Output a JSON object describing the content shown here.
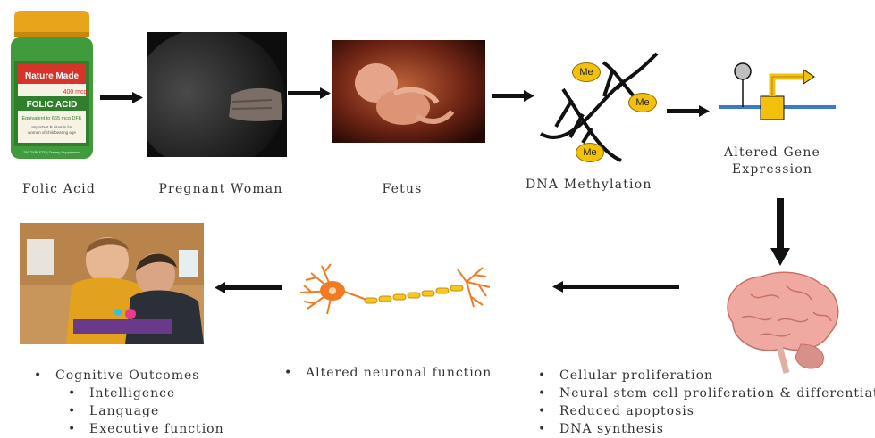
{
  "steps": {
    "folic_acid": "Folic Acid",
    "pregnant_woman": "Pregnant Woman",
    "fetus": "Fetus",
    "dna_methylation": "DNA Methylation",
    "altered_gene_line1": "Altered Gene",
    "altered_gene_line2": "Expression"
  },
  "bottle": {
    "brand": "Nature Made",
    "dose": "400 mcg",
    "product": "FOLIC ACID",
    "equivalent": "Equivalent to 665 mcg DFE",
    "note_line1": "Important B vitamin for",
    "note_line2": "women of childbearing age",
    "footer": "250 TABLETS | Dietary Supplement"
  },
  "methyl_label": "Me",
  "neuron_text": "Altered neuronal function",
  "brain_list": [
    "Cellular proliferation",
    "Neural stem cell proliferation & differentiation",
    "Reduced apoptosis",
    "DNA synthesis"
  ],
  "outcomes": {
    "title": "Cognitive Outcomes",
    "items": [
      "Intelligence",
      "Language",
      "Executive function"
    ]
  },
  "colors": {
    "bottle_cap": "#e8a51c",
    "bottle_body": "#3f9b3c",
    "methyl_fill": "#f3c10c",
    "gene_line": "#3b7ac9",
    "gene_box": "#f3c10c",
    "neuron": "#f07b22",
    "brain": "#f0a9a0"
  }
}
